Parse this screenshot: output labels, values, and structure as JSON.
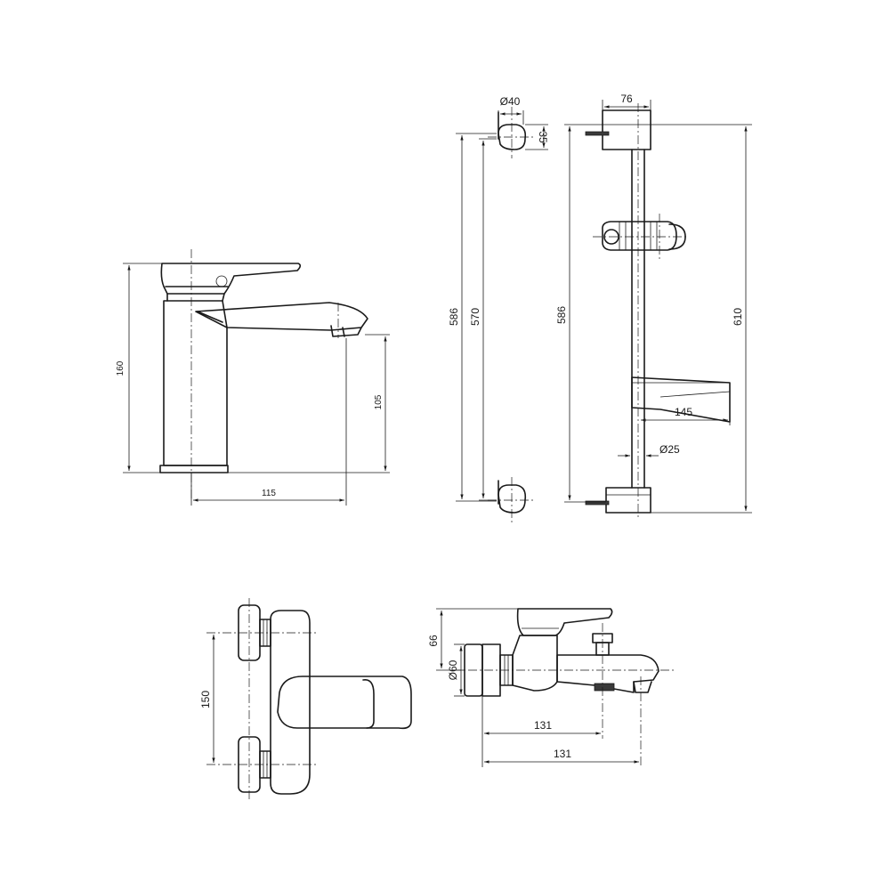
{
  "dimensions": {
    "basin_height": "160",
    "basin_spout_height": "105",
    "basin_spout_reach": "115",
    "rail_holder_diameter": "Ø40",
    "rail_holder_depth": "35",
    "rail_length_left": "586",
    "rail_inner_length": "570",
    "rail_length_right": "586",
    "rail_total_height": "610",
    "rail_bracket_width": "76",
    "soap_dish_length": "145",
    "rail_diameter": "Ø25",
    "bath_inlet_spacing": "150",
    "bath_handle_height": "66",
    "bath_body_diameter": "Ø60",
    "bath_reach_inner": "131",
    "bath_reach_outer": "131"
  }
}
